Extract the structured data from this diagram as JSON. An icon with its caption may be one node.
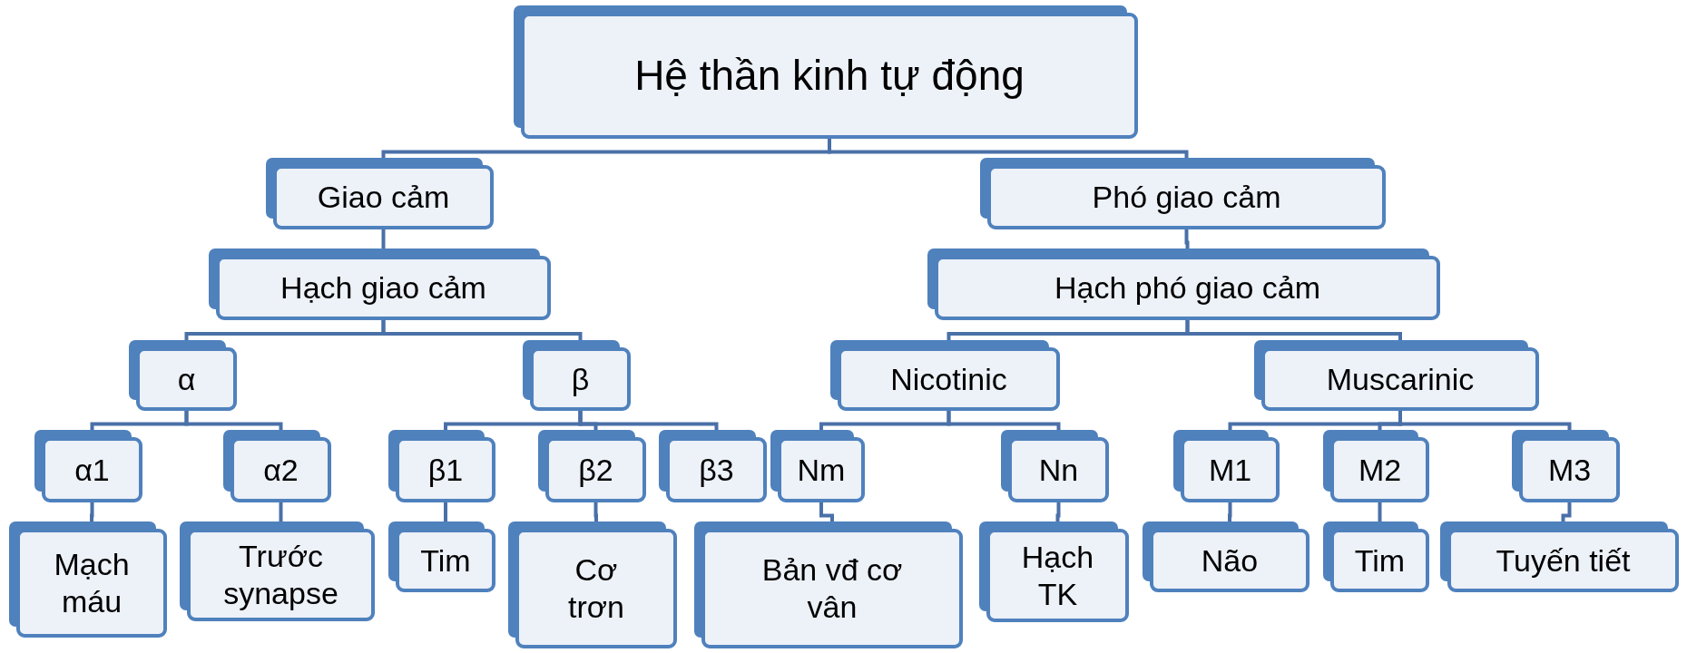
{
  "diagram": {
    "nodes": [
      {
        "text": [
          "Hệ thần kinh tự động"
        ]
      },
      {
        "text": [
          "Giao cảm"
        ]
      },
      {
        "text": [
          "Phó giao cảm"
        ]
      },
      {
        "text": [
          "Hạch giao cảm"
        ]
      },
      {
        "text": [
          "Hạch phó giao cảm"
        ]
      },
      {
        "text": [
          "α"
        ]
      },
      {
        "text": [
          "β"
        ]
      },
      {
        "text": [
          "Nicotinic"
        ]
      },
      {
        "text": [
          "Muscarinic"
        ]
      },
      {
        "text": [
          "α1"
        ]
      },
      {
        "text": [
          "α2"
        ]
      },
      {
        "text": [
          "β1"
        ]
      },
      {
        "text": [
          "β2"
        ]
      },
      {
        "text": [
          "β3"
        ]
      },
      {
        "text": [
          "Nm"
        ]
      },
      {
        "text": [
          "Nn"
        ]
      },
      {
        "text": [
          "M1"
        ]
      },
      {
        "text": [
          "M2"
        ]
      },
      {
        "text": [
          "M3"
        ]
      },
      {
        "text": [
          "Mạch máu"
        ]
      },
      {
        "text": [
          "Trước synapse"
        ]
      },
      {
        "text": [
          "Tim"
        ]
      },
      {
        "text": [
          "Cơ trơn"
        ]
      },
      {
        "text": [
          "Bản vđ cơ vân"
        ]
      },
      {
        "text": [
          "Hạch TK"
        ]
      },
      {
        "text": [
          "Não"
        ]
      },
      {
        "text": [
          "Tim"
        ]
      },
      {
        "text": [
          "Tuyến tiết"
        ]
      }
    ],
    "edges": [
      {
        "from": 0,
        "to": 1,
        "arrow": "none"
      },
      {
        "from": 0,
        "to": 2,
        "arrow": "none"
      },
      {
        "from": 1,
        "to": 3,
        "arrow": "none"
      },
      {
        "from": 2,
        "to": 4,
        "arrow": "none"
      },
      {
        "from": 3,
        "to": 5,
        "arrow": "none"
      },
      {
        "from": 3,
        "to": 6,
        "arrow": "none"
      },
      {
        "from": 4,
        "to": 7,
        "arrow": "none"
      },
      {
        "from": 4,
        "to": 8,
        "arrow": "none"
      },
      {
        "from": 5,
        "to": 9,
        "arrow": "none"
      },
      {
        "from": 5,
        "to": 10,
        "arrow": "none"
      },
      {
        "from": 6,
        "to": 11,
        "arrow": "none"
      },
      {
        "from": 6,
        "to": 12,
        "arrow": "none"
      },
      {
        "from": 6,
        "to": 13,
        "arrow": "none"
      },
      {
        "from": 7,
        "to": 14,
        "arrow": "none"
      },
      {
        "from": 7,
        "to": 15,
        "arrow": "none"
      },
      {
        "from": 8,
        "to": 16,
        "arrow": "none"
      },
      {
        "from": 8,
        "to": 17,
        "arrow": "none"
      },
      {
        "from": 8,
        "to": 18,
        "arrow": "none"
      },
      {
        "from": 9,
        "to": 19,
        "arrow": "none"
      },
      {
        "from": 10,
        "to": 20,
        "arrow": "none"
      },
      {
        "from": 11,
        "to": 21,
        "arrow": "none"
      },
      {
        "from": 12,
        "to": 22,
        "arrow": "none"
      },
      {
        "from": 14,
        "to": 23,
        "arrow": "none"
      },
      {
        "from": 15,
        "to": 24,
        "arrow": "none"
      },
      {
        "from": 16,
        "to": 25,
        "arrow": "none"
      },
      {
        "from": 17,
        "to": 26,
        "arrow": "none"
      },
      {
        "from": 18,
        "to": 27,
        "arrow": "none"
      }
    ]
  }
}
